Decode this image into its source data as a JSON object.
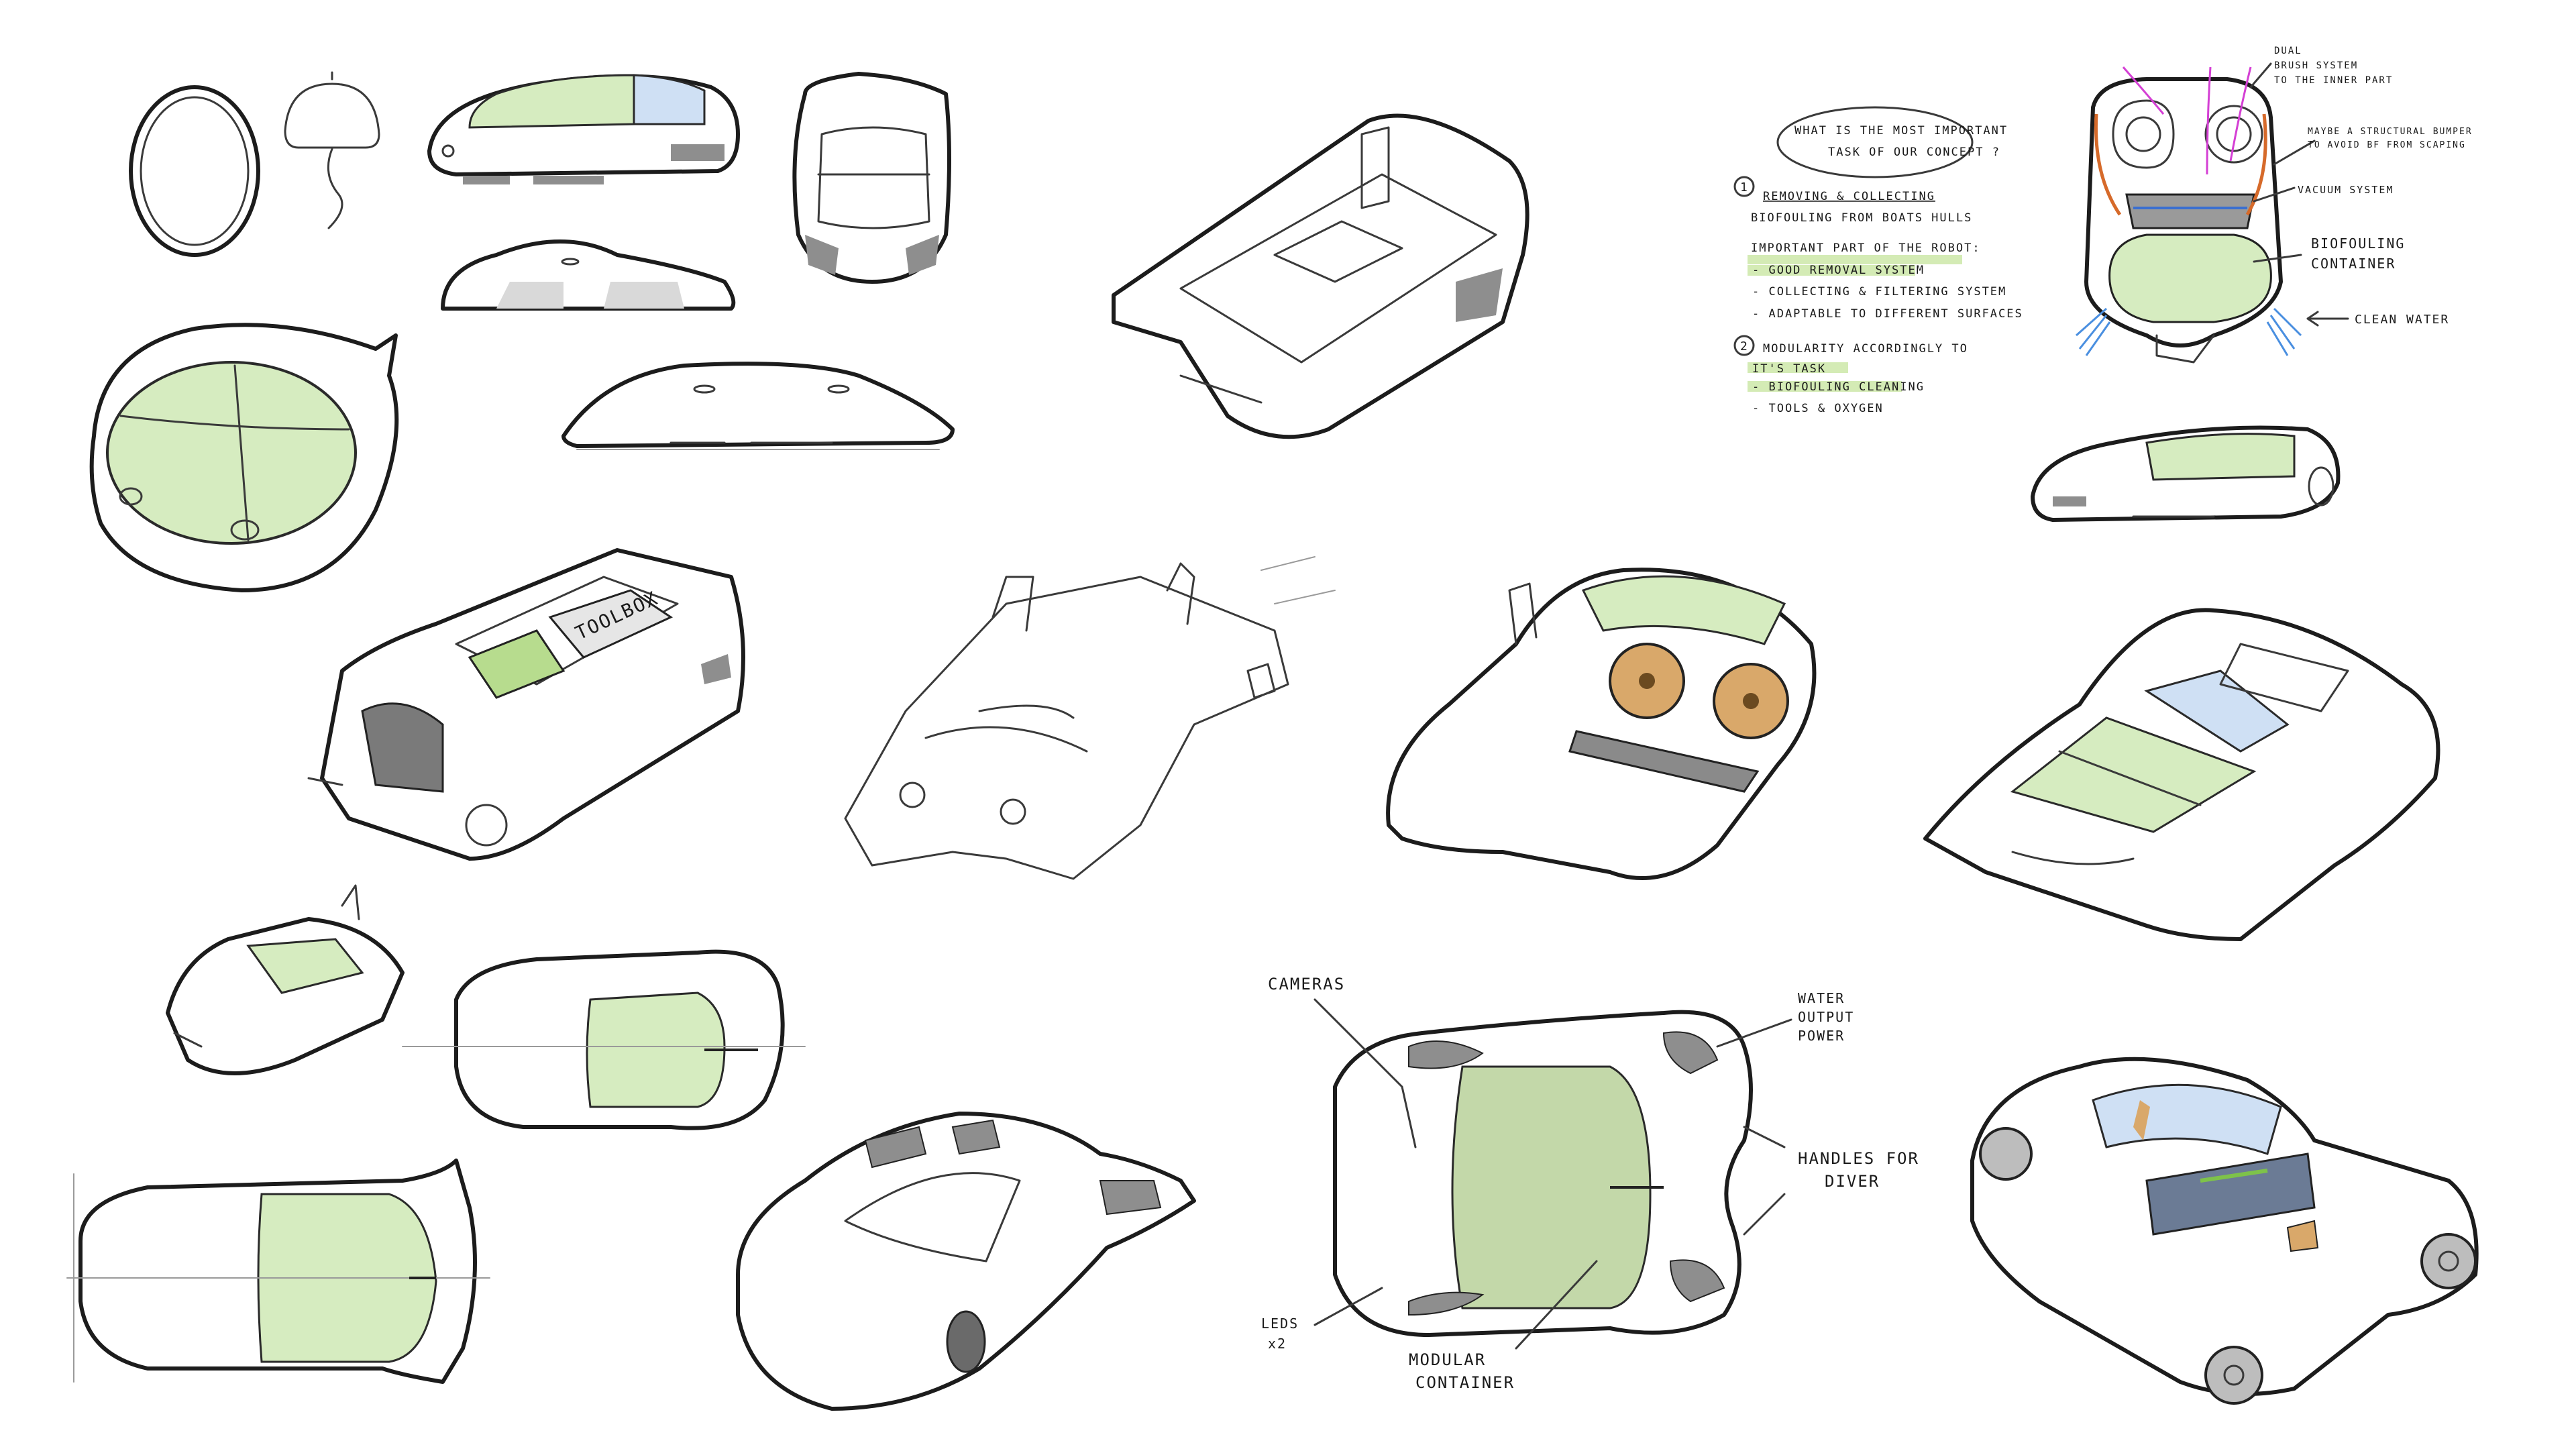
{
  "colors": {
    "ink": "#1c1c1c",
    "green_fill": "#d6ecc0",
    "blue_fill": "#cfe0f4",
    "highlight_green": "#cde8a8",
    "arrow_magenta": "#d43fd4",
    "arrow_blue": "#4a8fe0",
    "wood": "#d9a86a",
    "orange_line": "#d66a2a"
  },
  "notes": {
    "question": "WHAT IS THE MOST IMPORTANT TASK OF OUR CONCEPT ?",
    "point1_title": "REMOVING & COLLECTING",
    "point1_sub": "BIOFOULING FROM BOATS HULLS",
    "important_part": "IMPORTANT PART OF THE ROBOT:",
    "item_removal": "- GOOD REMOVAL SYSTEM",
    "item_collecting": "- COLLECTING & FILTERING SYSTEM",
    "item_adaptable": "- ADAPTABLE TO DIFFERENT SURFACES",
    "point2_title": "MODULARITY ACCORDINGLY TO",
    "point2_sub": "IT'S TASK",
    "item_biofouling": "- BIOFOULING CLEANING",
    "item_tools": "- TOOLS & OXYGEN",
    "num1": "1",
    "num2": "2"
  },
  "robot_annotations": {
    "brush": "DUAL BRUSH SYSTEM TO THE INNER PART",
    "bumper": "MAYBE A STRUCTURAL BUMPER TO AVOID BF FROM SCAPING",
    "vacuum": "VACUUM SYSTEM",
    "container": "BIOFOULING CONTAINER",
    "clean_water": "CLEAN WATER"
  },
  "topview_annotations": {
    "cameras": "CAMERAS",
    "water_output": "WATER OUTPUT POWER",
    "handles": "HANDLES FOR DIVER",
    "leds": "LEDS x2",
    "modular": "MODULAR CONTAINER"
  },
  "sketch_labels": {
    "toolbox": "TOOLBOX"
  }
}
